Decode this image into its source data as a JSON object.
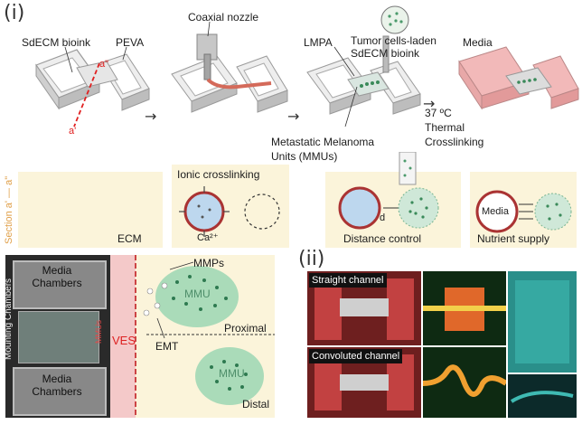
{
  "panel_i": {
    "tag": "(i)",
    "step1": {
      "bioink": "SdECM bioink",
      "peva": "PEVA",
      "a_top": "a\"",
      "a_bottom": "a'"
    },
    "step2": {
      "nozzle": "Coaxial nozzle"
    },
    "step3": {
      "lmpa": "LMPA",
      "tumor_line1": "Tumor cells-laden",
      "tumor_line2": "SdECM bioink",
      "mmu_line1": "Metastatic Melanoma",
      "mmu_line2": "Units (MMUs)"
    },
    "step4": {
      "media": "Media",
      "temp": "37 ºC",
      "thermal": "Thermal",
      "crosslink": "Crosslinking"
    },
    "section": {
      "label": "Section a' — a\"",
      "ecm": "ECM",
      "ionic": "Ionic crosslinking",
      "ca": "Ca²⁺",
      "d": "d",
      "distance": "Distance control",
      "media_circle": "Media",
      "nutrient": "Nutrient supply"
    }
  },
  "bottom_left": {
    "media_chambers_top": "Media Chambers",
    "mounting": "Mounting Chambers",
    "mmu_small": "MMUs",
    "media_chambers_bottom": "Media Chambers",
    "ves": "VES",
    "mmps": "MMPs",
    "mmu_main": "MMU",
    "mmu_distal": "MMU",
    "proximal": "Proximal",
    "emt": "EMT",
    "distal": "Distal"
  },
  "panel_ii": {
    "tag": "(ii)",
    "straight": "Straight channel",
    "convoluted": "Convoluted channel"
  },
  "colors": {
    "strip": "#fbf4da",
    "ves_pink": "#f4c9c9",
    "mmu_green": "#6fc79a",
    "device_gray": "#d2d2d2",
    "media_pink": "#f0b5b5"
  }
}
